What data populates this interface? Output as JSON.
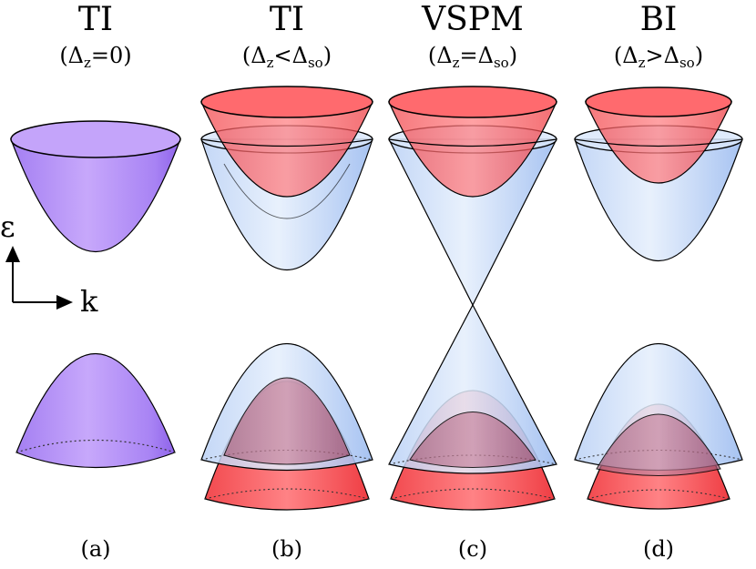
{
  "panels": [
    {
      "title": "TI",
      "cond_pre": "(Δ",
      "cond_sub1": "z",
      "cond_mid": "=0)",
      "cond_sub2": "",
      "cond_post": "",
      "label": "(a)"
    },
    {
      "title": "TI",
      "cond_pre": "(Δ",
      "cond_sub1": "z",
      "cond_mid": "<Δ",
      "cond_sub2": "so",
      "cond_post": ")",
      "label": "(b)"
    },
    {
      "title": "VSPM",
      "cond_pre": "(Δ",
      "cond_sub1": "z",
      "cond_mid": "=Δ",
      "cond_sub2": "so",
      "cond_post": ")",
      "label": "(c)"
    },
    {
      "title": "BI",
      "cond_pre": "(Δ",
      "cond_sub1": "z",
      "cond_mid": ">Δ",
      "cond_sub2": "so",
      "cond_post": ")",
      "label": "(d)"
    }
  ],
  "axes": {
    "energy_symbol": "ε",
    "momentum_symbol": "k"
  },
  "colors": {
    "purple_band": "#b48cf7",
    "blue_band": "#c9dcf7",
    "red_band": "#f2585a"
  }
}
